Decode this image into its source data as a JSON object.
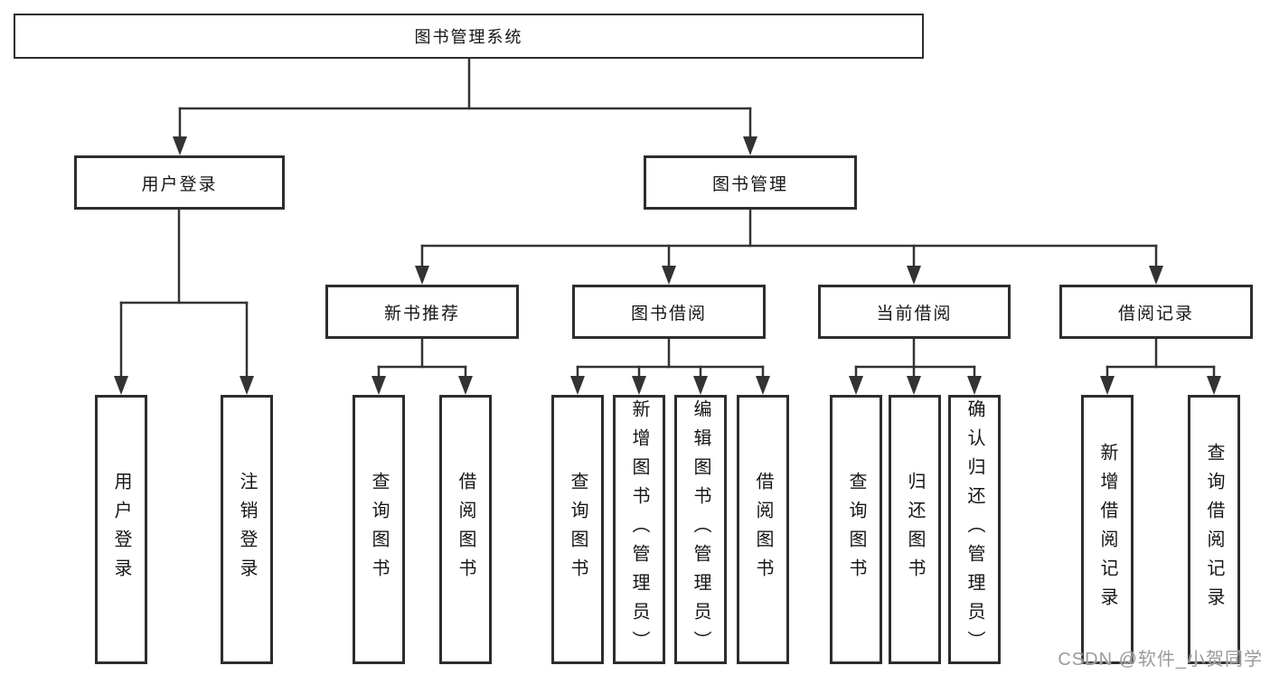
{
  "tree": {
    "root": {
      "label": "图书管理系统",
      "children": [
        {
          "label": "用户登录",
          "children": [
            {
              "label": "用户登录"
            },
            {
              "label": "注销登录"
            }
          ]
        },
        {
          "label": "图书管理",
          "children": [
            {
              "label": "新书推荐",
              "children": [
                {
                  "label": "查询图书"
                },
                {
                  "label": "借阅图书"
                }
              ]
            },
            {
              "label": "图书借阅",
              "children": [
                {
                  "label": "查询图书"
                },
                {
                  "label": "新增图书（管理员）"
                },
                {
                  "label": "编辑图书（管理员）"
                },
                {
                  "label": "借阅图书"
                }
              ]
            },
            {
              "label": "当前借阅",
              "children": [
                {
                  "label": "查询图书"
                },
                {
                  "label": "归还图书"
                },
                {
                  "label": "确认归还（管理员）"
                }
              ]
            },
            {
              "label": "借阅记录",
              "children": [
                {
                  "label": "新增借阅记录"
                },
                {
                  "label": "查询借阅记录"
                }
              ]
            }
          ]
        }
      ]
    }
  },
  "watermark": {
    "text": "CSDN @软件_小贺同学"
  },
  "colors": {
    "box_border": "#2D2D2D",
    "connector_line": "#333333",
    "text": "#161616",
    "watermark": "#9B9B9B",
    "background": "#FFFFFF"
  }
}
